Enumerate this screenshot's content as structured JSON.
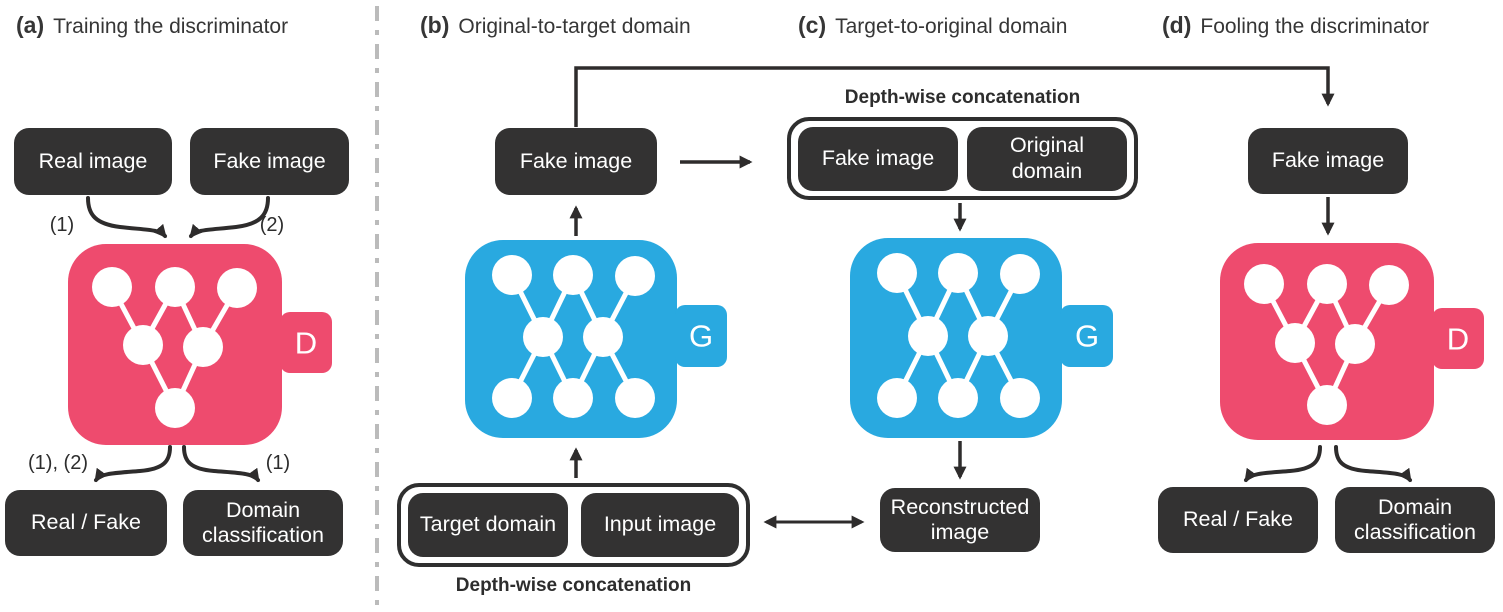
{
  "colors": {
    "pink": "#EE4B6E",
    "blue": "#29A9E0",
    "box": "#333232",
    "arrow": "#2E2C2C",
    "divider": "#BBBBBB",
    "text": "#363636"
  },
  "panels": {
    "a": {
      "tag": "(a)",
      "title": "Training the discriminator",
      "inputs": [
        "Real image",
        "Fake image"
      ],
      "input_labels": [
        "(1)",
        "(2)"
      ],
      "network_letter": "D",
      "output_labels": [
        "(1), (2)",
        "(1)"
      ],
      "outputs": [
        "Real / Fake",
        "Domain\nclassification"
      ]
    },
    "b": {
      "tag": "(b)",
      "title": "Original-to-target domain",
      "fake_image_label": "Fake image",
      "network_letter": "G",
      "concat_caption": "Depth-wise concatenation",
      "concat_items": [
        "Target domain",
        "Input image"
      ]
    },
    "c": {
      "tag": "(c)",
      "title": "Target-to-original domain",
      "concat_caption": "Depth-wise concatenation",
      "concat_items": [
        "Fake image",
        "Original\ndomain"
      ],
      "network_letter": "G",
      "output": "Reconstructed\nimage"
    },
    "d": {
      "tag": "(d)",
      "title": "Fooling the discriminator",
      "fake_image_label": "Fake image",
      "network_letter": "D",
      "outputs": [
        "Real / Fake",
        "Domain\nclassification"
      ]
    }
  }
}
